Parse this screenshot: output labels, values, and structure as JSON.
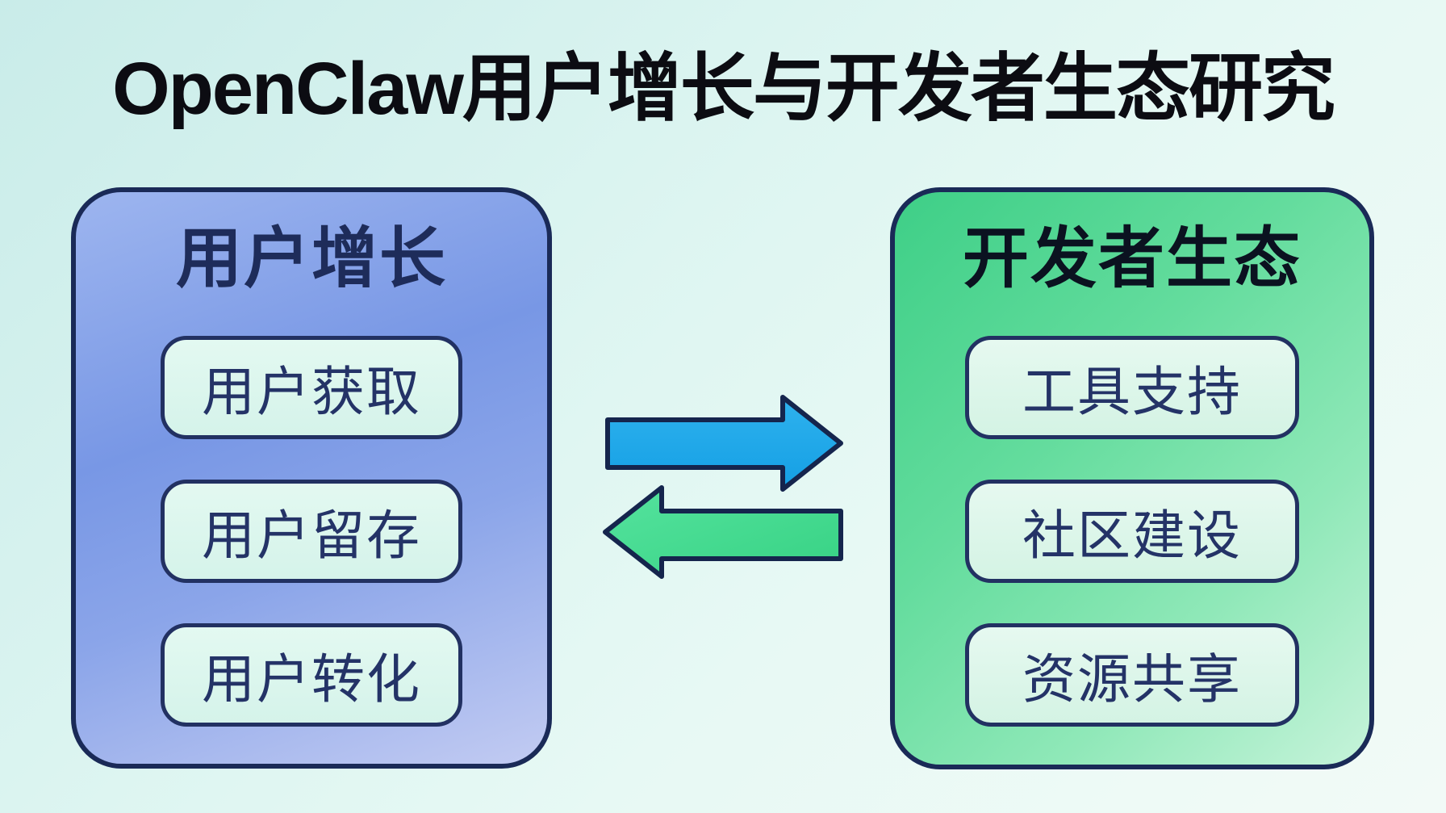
{
  "title": "OpenClaw用户增长与开发者生态研究",
  "panels": {
    "user_growth": {
      "heading": "用户增长",
      "items": [
        {
          "label": "用户获取"
        },
        {
          "label": "用户留存"
        },
        {
          "label": "用户转化"
        }
      ]
    },
    "developer_ecosystem": {
      "heading": "开发者生态",
      "items": [
        {
          "label": "工具支持"
        },
        {
          "label": "社区建设"
        },
        {
          "label": "资源共享"
        }
      ]
    }
  },
  "arrows": [
    {
      "name": "arrow-right",
      "direction": "right",
      "color": "#1ba6e8"
    },
    {
      "name": "arrow-left",
      "direction": "left",
      "color": "#45dd92"
    }
  ],
  "colors": {
    "background": "#ddf5f1",
    "panel_user_growth": "#7897e5",
    "panel_developer_ecosystem": "#52d795",
    "node_fill": "#dcf6ec",
    "outline": "#1a2a57",
    "title_text": "#0c0c12",
    "left_heading_text": "#1e2c5a",
    "right_heading_text": "#0b1220",
    "node_text": "#243367",
    "arrow_blue": "#1ba6e8",
    "arrow_green": "#45dd92"
  }
}
